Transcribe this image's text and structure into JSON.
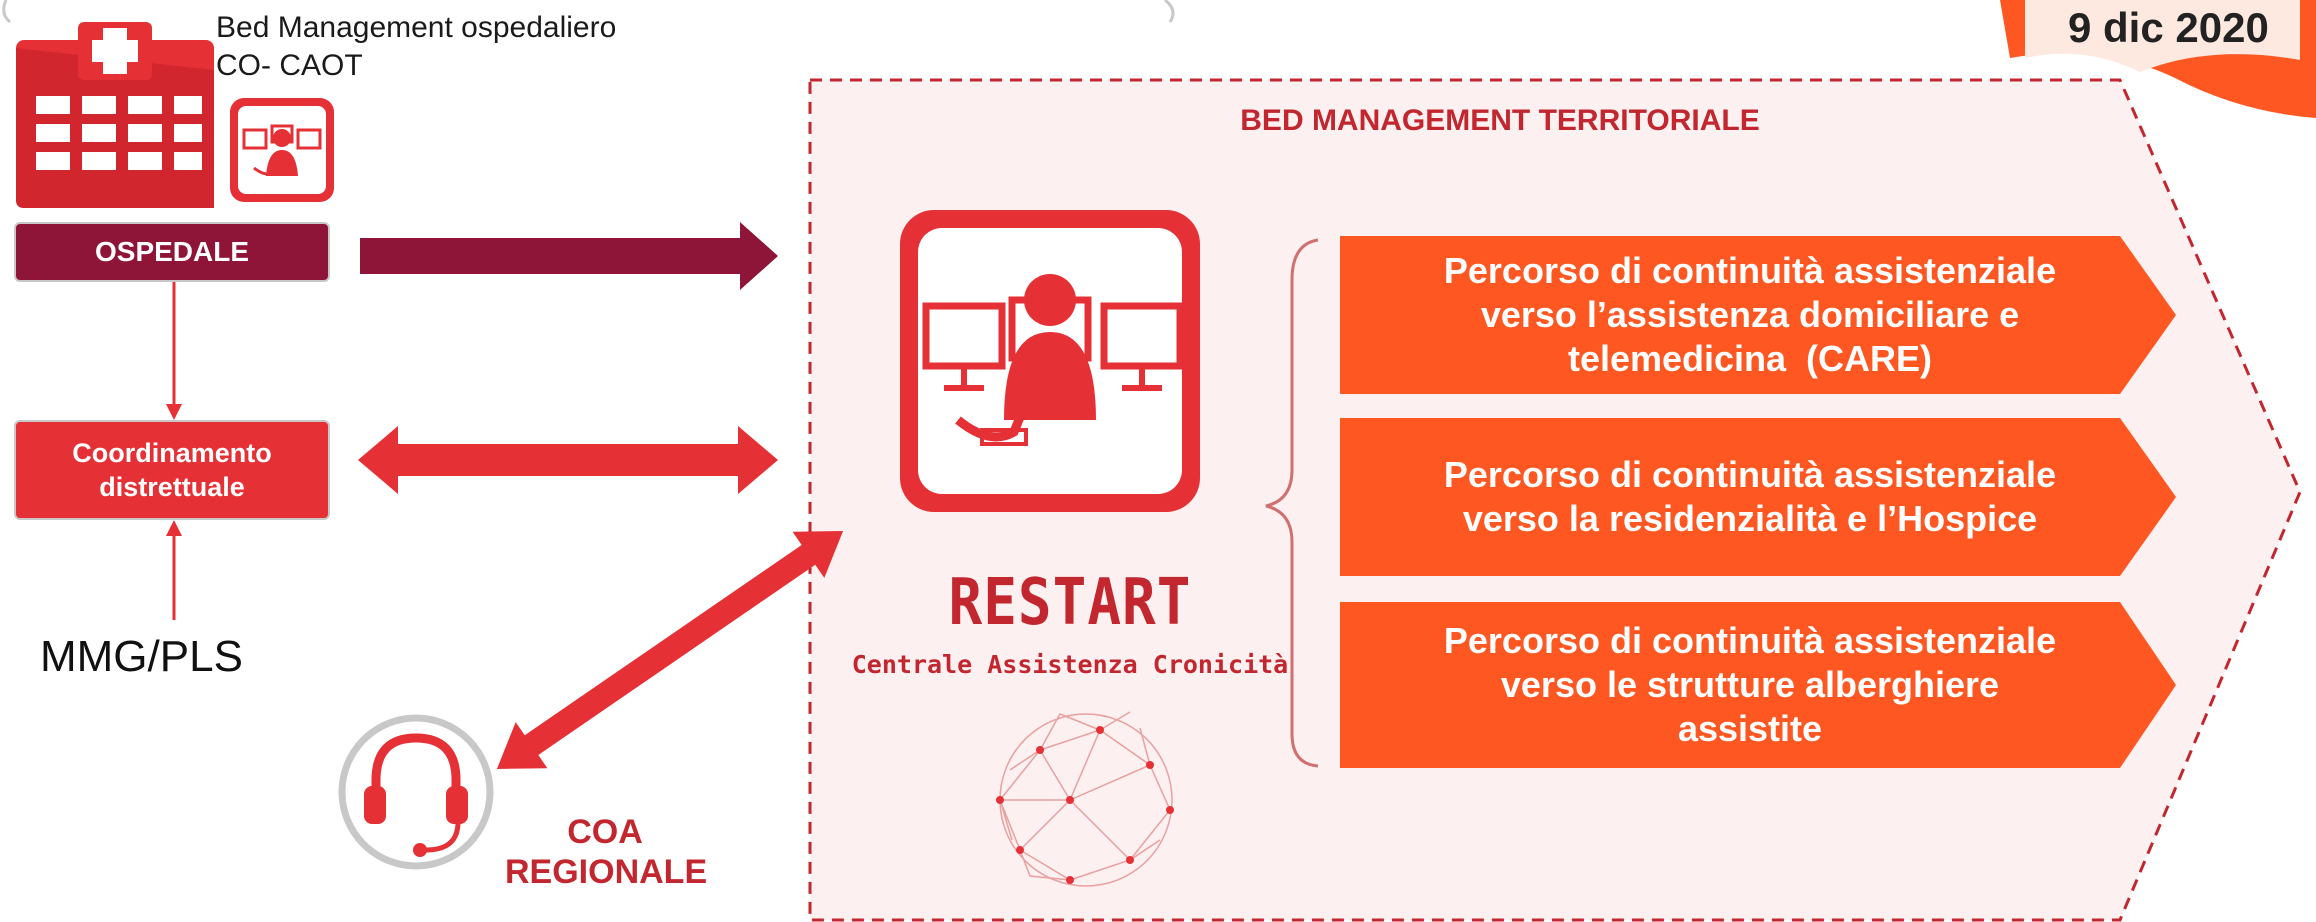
{
  "header": {
    "bed_management_line1": "Bed Management ospedaliero",
    "bed_management_line2": "CO- CAOT",
    "date": "9 dic 2020"
  },
  "left": {
    "ospedale": "OSPEDALE",
    "coord_line1": "Coordinamento",
    "coord_line2": "distrettuale",
    "mmg": "MMG/PLS"
  },
  "territorial": {
    "title": "BED MANAGEMENT TERRITORIALE",
    "paths": [
      {
        "lines": [
          "Percorso di continuità assistenziale",
          "verso l’assistenza domiciliare e",
          "telemedicina  (CARE)"
        ]
      },
      {
        "lines": [
          "Percorso di continuità assistenziale",
          "verso la residenzialità e l’Hospice"
        ]
      },
      {
        "lines": [
          "Percorso di continuità assistenziale",
          "verso le strutture alberghiere",
          "assistite"
        ]
      }
    ]
  },
  "restart": {
    "name": "RESTART",
    "subtitle": "Centrale Assistenza Cronicità"
  },
  "coa": {
    "line1": "COA",
    "line2": "REGIONALE"
  },
  "colors": {
    "dark_red": "#8e1538",
    "red": "#e53036",
    "orange": "#ff5722",
    "panel_bg": "#fdf0f0",
    "dashed_border": "#c2262e"
  },
  "icons": [
    "hospital-icon",
    "operator-monitors-icon",
    "headset-icon",
    "network-sphere-icon"
  ]
}
